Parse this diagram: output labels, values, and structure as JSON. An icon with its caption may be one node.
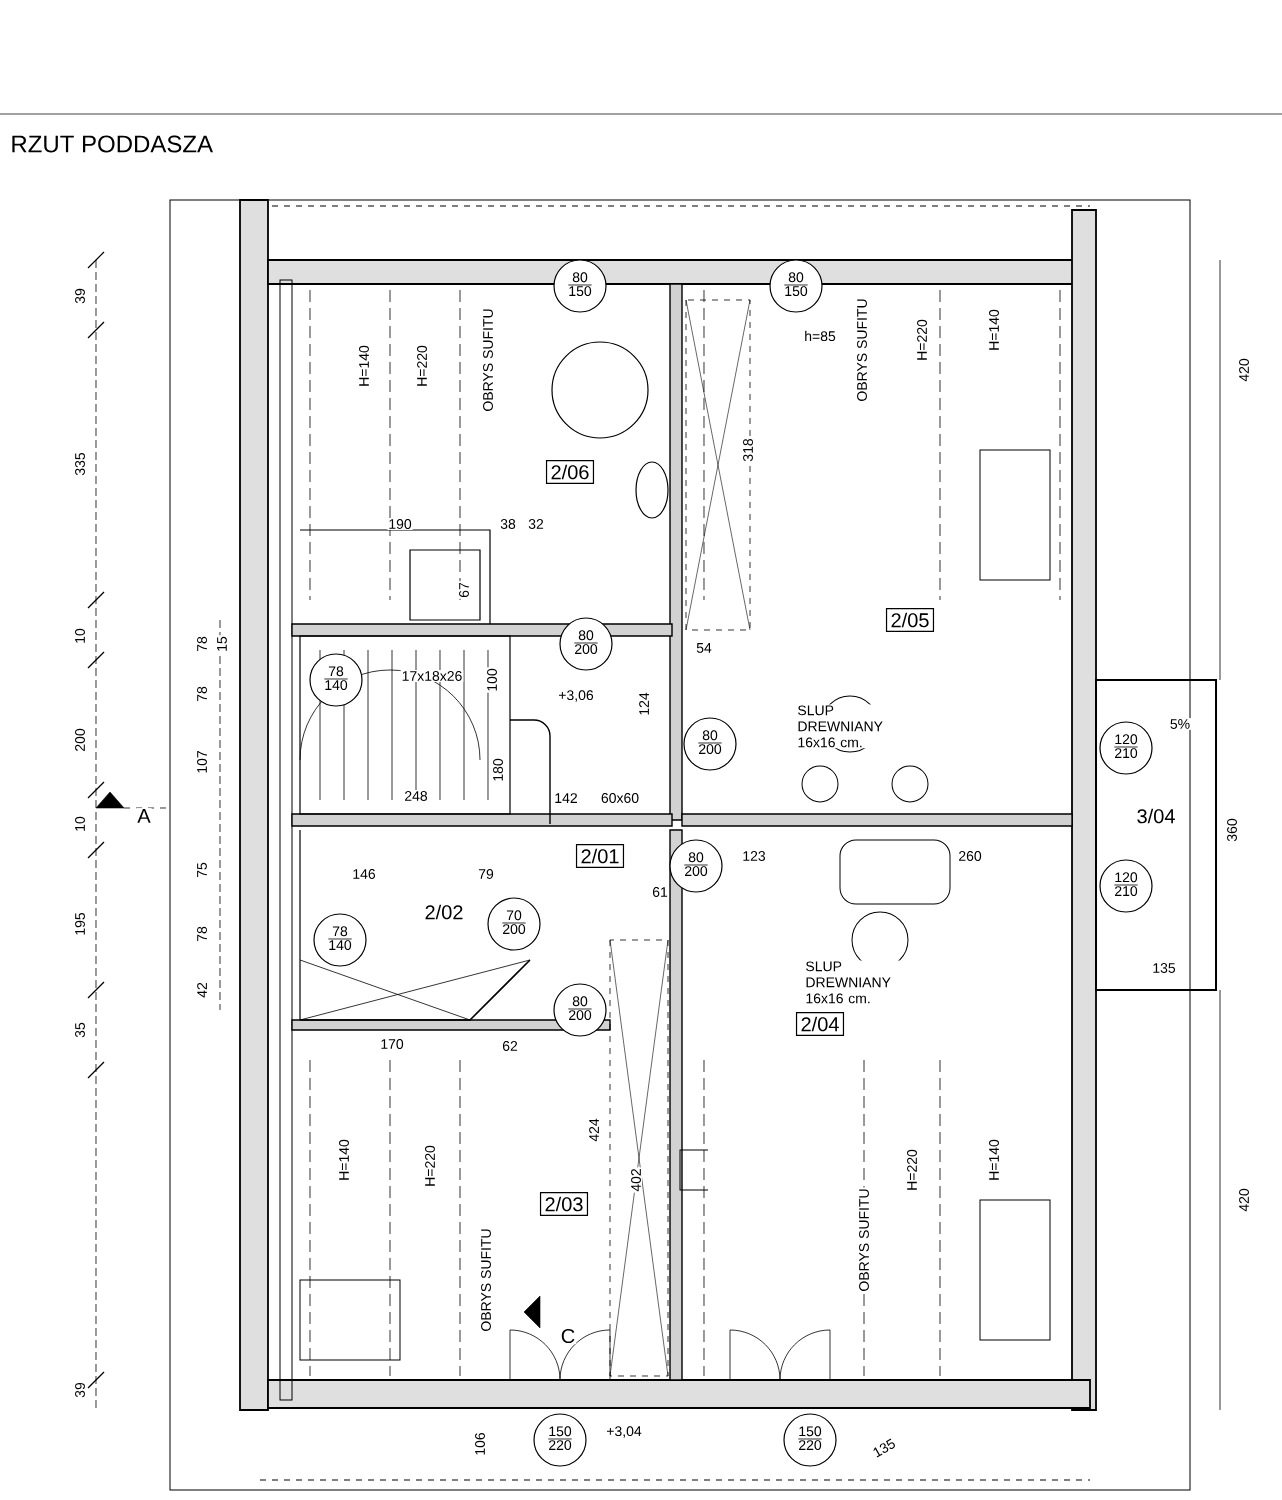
{
  "diagram": {
    "title": "RZUT PODDASZA",
    "nodes": [
      {
        "text": [
          "2/06"
        ]
      },
      {
        "text": [
          "2/05"
        ]
      },
      {
        "text": [
          "2/01"
        ]
      },
      {
        "text": [
          "2/02"
        ]
      },
      {
        "text": [
          "2/03"
        ]
      },
      {
        "text": [
          "2/04"
        ]
      },
      {
        "text": [
          "3/04"
        ]
      },
      {
        "text": [
          "80",
          "150"
        ]
      },
      {
        "text": [
          "80",
          "150"
        ]
      },
      {
        "text": [
          "78",
          "140"
        ]
      },
      {
        "text": [
          "80",
          "200"
        ]
      },
      {
        "text": [
          "80",
          "200"
        ]
      },
      {
        "text": [
          "120",
          "210"
        ]
      },
      {
        "text": [
          "70",
          "200"
        ]
      },
      {
        "text": [
          "78",
          "140"
        ]
      },
      {
        "text": [
          "80",
          "200"
        ]
      },
      {
        "text": [
          "120",
          "210"
        ]
      },
      {
        "text": [
          "80",
          "200"
        ]
      },
      {
        "text": [
          "150",
          "220"
        ]
      },
      {
        "text": [
          "150",
          "220"
        ]
      }
    ],
    "labels": [
      "H=140",
      "H=220",
      "OBRYS SUFITU",
      "190",
      "38",
      "32",
      "67",
      "h=85",
      "318",
      "OBRYS SUFITU",
      "H=220",
      "H=140",
      "54",
      "SLUP DREWNIANY 16x16 cm.",
      "17x18x26",
      "100",
      "+3,06",
      "124",
      "248",
      "180",
      "142",
      "60x60",
      "146",
      "79",
      "61",
      "123",
      "260",
      "5%",
      "360",
      "SLUP DREWNIANY 16x16 cm.",
      "135",
      "170",
      "62",
      "424",
      "402",
      "H=140",
      "H=220",
      "OBRYS SUFITU",
      "OBRYS SUFITU",
      "H=220",
      "H=140",
      "C",
      "106",
      "+3,04",
      "135",
      "A",
      "39",
      "335",
      "10",
      "200",
      "10",
      "195",
      "35",
      "39",
      "78",
      "15",
      "78",
      "107",
      "75",
      "78",
      "42",
      "420",
      "420"
    ]
  }
}
